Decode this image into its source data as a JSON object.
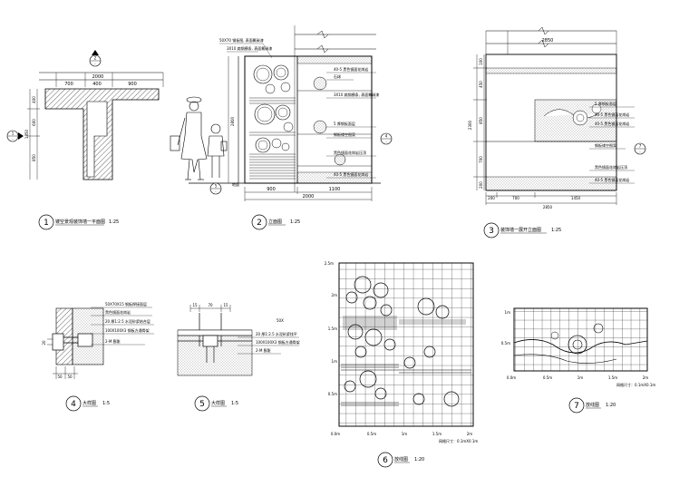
{
  "sheet": {
    "views": [
      {
        "num": "1",
        "title": "镂空景观装饰墙一平面图",
        "scale": "1:25"
      },
      {
        "num": "2",
        "title": "立面图",
        "scale": "1:25"
      },
      {
        "num": "3",
        "title": "装饰墙一展开立面图",
        "scale": "1:25"
      },
      {
        "num": "4",
        "title": "大样图",
        "scale": "1:5"
      },
      {
        "num": "5",
        "title": "大样图",
        "scale": "1:5"
      },
      {
        "num": "6",
        "title": "放线图",
        "scale": "1:20"
      },
      {
        "num": "7",
        "title": "放线图",
        "scale": "1:20"
      }
    ]
  },
  "plan": {
    "dim_total": "2000",
    "dim_a": "700",
    "dim_b": "400",
    "dim_c": "900",
    "dim_left_a": "400",
    "dim_left_b": "600",
    "dim_left_c": "850",
    "dim_left_total": "1850",
    "marker_top": "2",
    "marker_top_sub": "-",
    "marker_left": "1",
    "marker_left_sub": "-"
  },
  "elevation": {
    "note_top_1": "50X70 钢板图, 表面氟碳漆",
    "note_top_2": "3X10 扁钢横条, 表面氟碳漆",
    "note_r1": "40-5 黑色镜面花岗岩",
    "note_r2": "石球",
    "note_r3": "3X10 扁钢横条, 表面氟碳漆",
    "note_r4": "5 厚钢板面层",
    "note_r5": "钢板镂空图案",
    "note_r6": "黑色镜面花岗岩压顶",
    "note_r7": "40-5 黑色镜面花岗岩",
    "note_bottom": "地面",
    "dim_bottom_a": "900",
    "dim_bottom_b": "1100",
    "dim_bottom_total": "2000",
    "dim_height": "2800",
    "marker_a": "4",
    "marker_b": "5",
    "marker_c": "-"
  },
  "unfold": {
    "dim_total": "2850",
    "dim_a": "200",
    "dim_b": "700",
    "dim_c": "1450",
    "dim_v1": "100",
    "dim_v2": "450",
    "dim_v3": "850",
    "dim_v4": "700",
    "dim_v5": "200",
    "dim_v_total": "2300",
    "note_1": "5 厚钢板面层",
    "note_2": "40-5 黑色镜面花岗岩",
    "note_3": "40-5 黑色镜面花岗岩",
    "note_4": "钢板镂空图案",
    "note_5": "黑色镜面花岗岩压顶",
    "note_6": "40-5 黑色镜面花岗岩",
    "marker": "7",
    "marker_sub": "-"
  },
  "detail4": {
    "note_1": "50X70X15 钢板焊接面层",
    "note_2": "黑色镜面花岗岩",
    "note_3": "20 厚1:2.5 水泥砂浆结合层",
    "note_4": "100X100X3 钢板方通骨架",
    "note_5": "2-M 膨胀",
    "dim_a": "50",
    "dim_b": "50",
    "dim_side": "20"
  },
  "detail5": {
    "dim_a": "15",
    "dim_b": "70",
    "dim_c": "15",
    "note_top": "50X",
    "note_1": "20 厚1:2.5 水泥砂浆找平",
    "note_2": "100X100X3 钢板方通骨架",
    "note_3": "2-M 膨胀"
  },
  "grid6": {
    "y_labels": [
      "2.5m",
      "2m",
      "1.5m",
      "1m",
      "0.5m"
    ],
    "x_labels": [
      "0.5m",
      "1m",
      "1.5m",
      "2m"
    ],
    "origin": "0.0m",
    "note": "网格尺寸：0.1mX0.1m"
  },
  "grid7": {
    "y_labels": [
      "1m",
      "0.5m"
    ],
    "x_labels": [
      "0.5m",
      "1m",
      "1.5m",
      "2m"
    ],
    "origin": "0.0m",
    "note": "网格尺寸：0.1mX0.1m"
  }
}
